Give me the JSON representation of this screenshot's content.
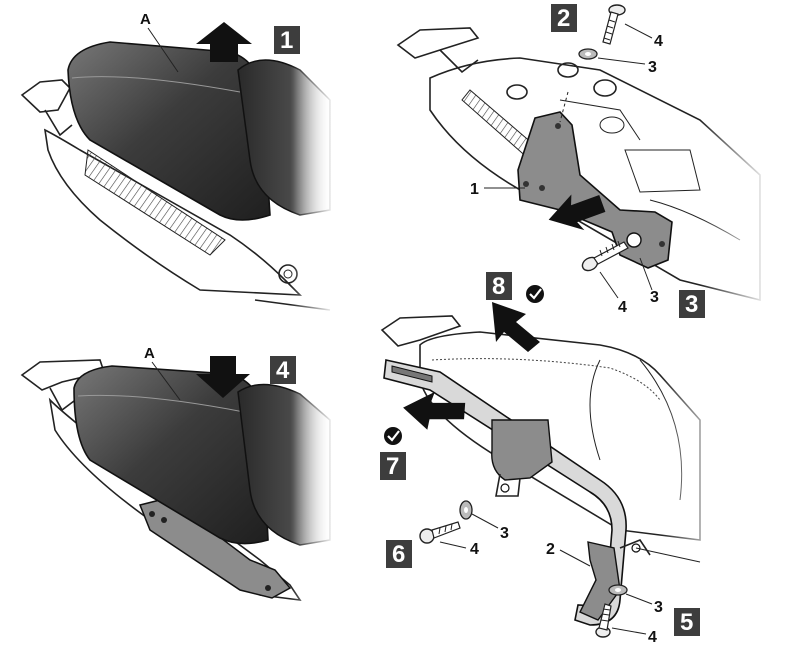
{
  "panels": [
    {
      "id": "panel-1",
      "step": "1",
      "callouts": [
        "A"
      ]
    },
    {
      "id": "panel-2-3",
      "steps": [
        "2",
        "3"
      ],
      "callouts": [
        "1",
        "3",
        "4",
        "3",
        "4"
      ]
    },
    {
      "id": "panel-4",
      "step": "4",
      "callouts": [
        "A"
      ]
    },
    {
      "id": "panel-5-8",
      "steps": [
        "5",
        "6",
        "7",
        "8"
      ],
      "callouts": [
        "2",
        "3",
        "4",
        "3",
        "4"
      ]
    }
  ],
  "labels": {
    "a_top": "A",
    "a_bottom": "A",
    "p2_four_top": "4",
    "p2_three_top": "3",
    "p2_one": "1",
    "p2_four_bottom": "4",
    "p2_three_bottom": "3",
    "p4_three_left": "3",
    "p4_four_left": "4",
    "p4_two": "2",
    "p4_three_right": "3",
    "p4_four_right": "4"
  },
  "steps": {
    "s1": "1",
    "s2": "2",
    "s3": "3",
    "s4": "4",
    "s5": "5",
    "s6": "6",
    "s7": "7",
    "s8": "8"
  },
  "colors": {
    "seat_dark": "#3a3a3a",
    "seat_mid": "#5a5a5a",
    "bracket": "#8c8c8c",
    "box": "#3d3d3d",
    "line": "#222222"
  }
}
